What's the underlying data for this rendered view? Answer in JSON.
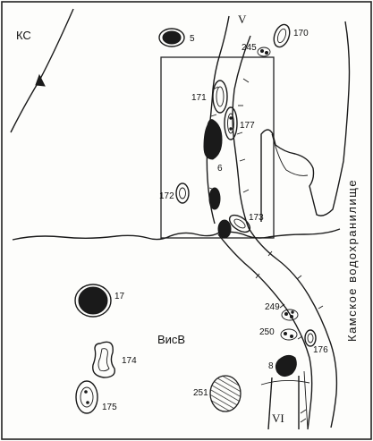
{
  "map": {
    "corner_label": "КС",
    "water_label": "Камское водохранилище",
    "region_label": "ВисВ",
    "zones": {
      "top": "V",
      "bottom": "VI"
    },
    "structures": [
      {
        "id": "5",
        "label": "5"
      },
      {
        "id": "170",
        "label": "170"
      },
      {
        "id": "245",
        "label": "245"
      },
      {
        "id": "171",
        "label": "171"
      },
      {
        "id": "177",
        "label": "177"
      },
      {
        "id": "6",
        "label": "6"
      },
      {
        "id": "172",
        "label": "172"
      },
      {
        "id": "173",
        "label": "173"
      },
      {
        "id": "17",
        "label": "17"
      },
      {
        "id": "249",
        "label": "249"
      },
      {
        "id": "250",
        "label": "250"
      },
      {
        "id": "176",
        "label": "176"
      },
      {
        "id": "174",
        "label": "174"
      },
      {
        "id": "8",
        "label": "8"
      },
      {
        "id": "175",
        "label": "175"
      },
      {
        "id": "251",
        "label": "251"
      }
    ]
  }
}
